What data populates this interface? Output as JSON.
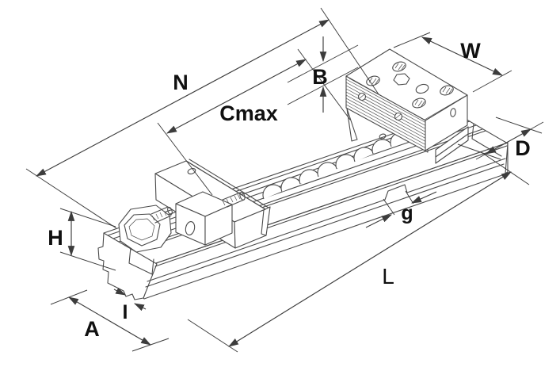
{
  "figure": {
    "type": "technical-drawing",
    "subject": "precision modular machine vise, isometric view with dimension callouts"
  },
  "dims": {
    "N": {
      "label": "N"
    },
    "Cmax": {
      "label": "Cmax"
    },
    "B": {
      "label": "B"
    },
    "W": {
      "label": "W"
    },
    "D": {
      "label": "D"
    },
    "g": {
      "label": "g"
    },
    "L": {
      "label": "L"
    },
    "A": {
      "label": "A"
    },
    "H": {
      "label": "H"
    },
    "I": {
      "label": "I"
    }
  },
  "colors": {
    "line": "#4a4a4a",
    "dimension": "#3c3c3c",
    "label": "#101010",
    "background": "#ffffff"
  }
}
